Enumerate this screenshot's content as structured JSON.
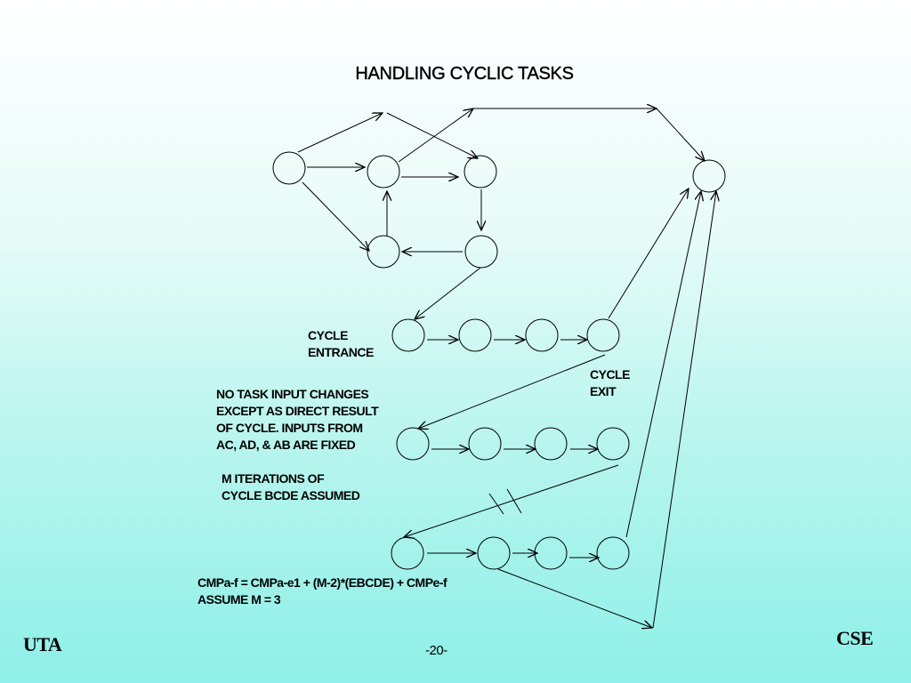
{
  "title": "HANDLING CYCLIC TASKS",
  "labels": {
    "cycle_entrance": "CYCLE\nENTRANCE",
    "cycle_exit": "CYCLE\nEXIT",
    "note_inputs": "NO TASK INPUT CHANGES\nEXCEPT AS DIRECT RESULT\nOF CYCLE. INPUTS FROM\nAC, AD, & AB ARE FIXED",
    "note_iterations": "M ITERATIONS OF\nCYCLE BCDE ASSUMED",
    "formula": "CMPa-f = CMPa-e1 + (M-2)*(EBCDE) + CMPe-f\nASSUME M = 3"
  },
  "footer": {
    "left": "UTA",
    "center": "-20-",
    "right": "CSE"
  }
}
